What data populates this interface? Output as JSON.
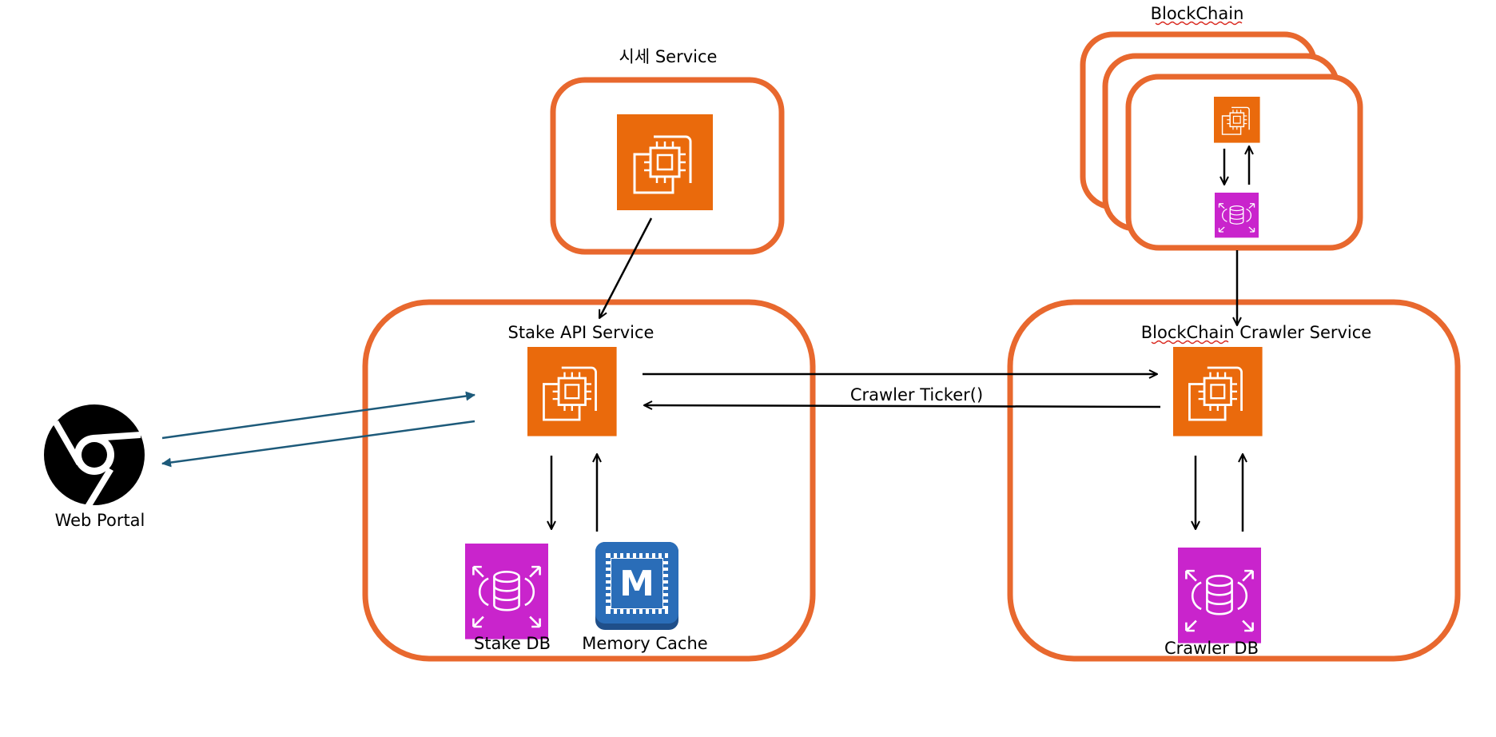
{
  "colors": {
    "frame": "#e8682e",
    "compute": "#ea6a0c",
    "database": "#c924cc",
    "cache_bg": "#2a6db8",
    "cache_border": "#1f4f8a",
    "client_arrow": "#1d5a7a",
    "arrow": "#000000",
    "portal": "#000000"
  },
  "labels": {
    "sise_service": "시세 Service",
    "blockchain": "BlockChain",
    "stake_api_service": "Stake API Service",
    "crawler_service": "BlockChain Crawler Service",
    "crawler_ticker": "Crawler Ticker()",
    "web_portal": "Web Portal",
    "stake_db": "Stake DB",
    "memory_cache": "Memory Cache",
    "crawler_db": "Crawler DB",
    "cache_letter": "M"
  },
  "icons": {
    "compute": "ec2-instances-icon",
    "database": "rds-database-icon",
    "cache": "memory-cache-chip-icon",
    "portal": "chrome-browser-icon"
  }
}
